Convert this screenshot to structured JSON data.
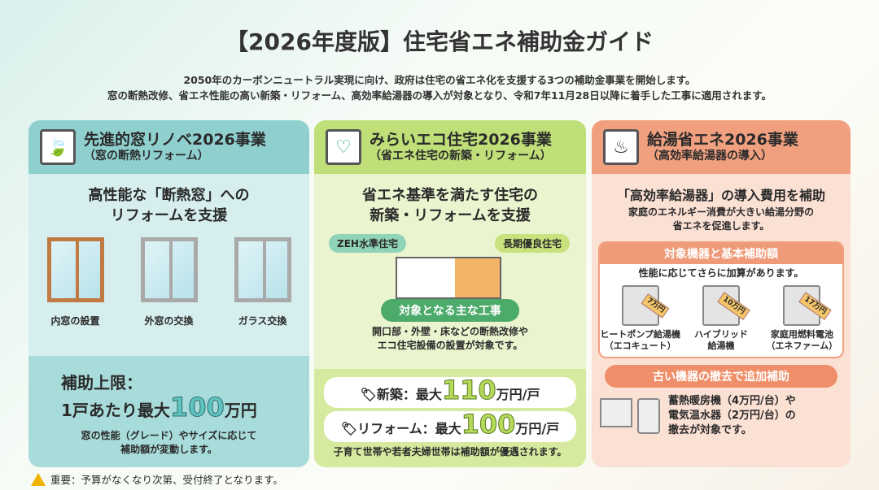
{
  "header": {
    "title": "【2026年度版】住宅省エネ補助金ガイド",
    "lines": [
      "2050年のカーボンニュートラル実現に向け、政府は住宅の省エネ化を支援する3つの補助金事業を開始します。",
      "窓の断熱改修、省エネ性能の高い新築・リフォーム、高効率給湯器の導入が対象となり、令和7年11月28日以降に着手した工事に適用されます。"
    ]
  },
  "colors": {
    "teal": "#8fd0cf",
    "green": "#bfdf78",
    "salmon": "#f1a07f",
    "warning": "#f0b400"
  },
  "panel1": {
    "icon": "window-leaf-icon",
    "title": "先進的窓リノベ2026事業",
    "subtitle": "（窓の断熱リフォーム）",
    "lead": [
      "高性能な「断熱窓」への",
      "リフォームを支援"
    ],
    "items": [
      "内窓の設置",
      "外窓の交換",
      "ガラス交換"
    ],
    "cap_label": "補助上限：",
    "cap_prefix": "1戸あたり最大",
    "cap_value": "100",
    "cap_unit": "万円",
    "note": [
      "窓の性能（グレード）やサイズに応じて",
      "補助額が変動します。"
    ]
  },
  "panel2": {
    "icon": "house-heart-icon",
    "title": "みらいエコ住宅2026事業",
    "subtitle": "（省エネ住宅の新築・リフォーム）",
    "lead": [
      "省エネ基準を満たす住宅の",
      "新築・リフォームを支援"
    ],
    "tags": [
      "ZEH水準住宅",
      "長期優良住宅"
    ],
    "works_label": "対象となる主な工事",
    "works": [
      "開口部・外壁・床などの断熱改修や",
      "エコ住宅設備の設置が対象です。"
    ],
    "new_label": "新築：最大",
    "new_value": "110",
    "new_unit": "万円/戸",
    "reform_label": "リフォーム：最大",
    "reform_value": "100",
    "reform_unit": "万円/戸",
    "note": "子育て世帯や若者夫婦世帯は補助額が優遇されます。"
  },
  "panel3": {
    "icon": "water-heater-icon",
    "title": "給湯省エネ2026事業",
    "subtitle": "（高効率給湯器の導入）",
    "lead": "「高効率給湯器」の導入費用を補助",
    "desc": [
      "家庭のエネルギー消費が大きい給湯分野の",
      "省エネを促進します。"
    ],
    "box_title": "対象機器と基本補助額",
    "box_note": "性能に応じてさらに加算があります。",
    "devices": [
      {
        "name": [
          "ヒートポンプ給湯機",
          "（エコキュート）"
        ],
        "price": "7万円"
      },
      {
        "name": [
          "ハイブリッド",
          "給湯機"
        ],
        "price": "10万円"
      },
      {
        "name": [
          "家庭用燃料電池",
          "（エネファーム）"
        ],
        "price": "17万円"
      }
    ],
    "removal_title": "古い機器の撤去で追加補助",
    "removal": [
      "蓄熱暖房機（4万円/台）や",
      "電気温水器（2万円/台）の",
      "撤去が対象です。"
    ]
  },
  "footer": {
    "warning": "重要：予算がなくなり次第、受付終了となります。"
  }
}
